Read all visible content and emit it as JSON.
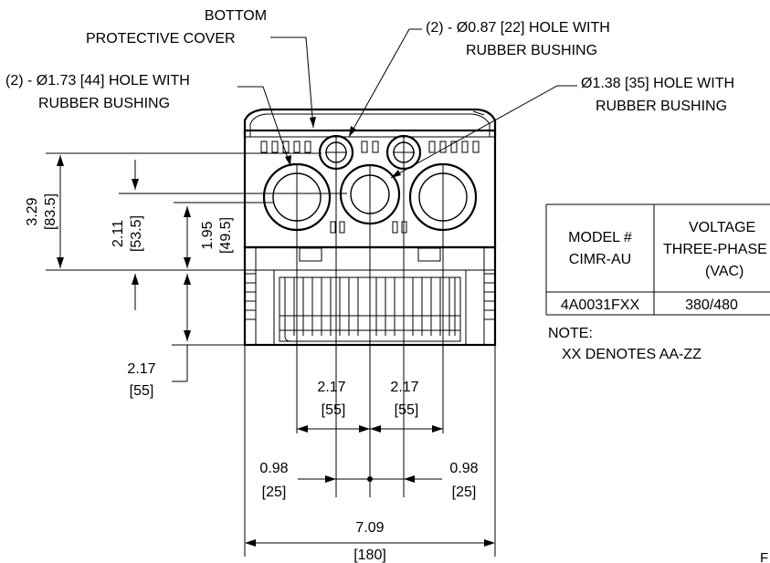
{
  "callouts": {
    "bottom_cover_1": "BOTTOM",
    "bottom_cover_2": "PROTECTIVE COVER",
    "hole22_1": "(2) - Ø0.87 [22] HOLE WITH",
    "hole22_2": "RUBBER BUSHING",
    "hole44_1": "(2) - Ø1.73 [44] HOLE WITH",
    "hole44_2": "RUBBER BUSHING",
    "hole35_1": "Ø1.38 [35] HOLE WITH",
    "hole35_2": "RUBBER BUSHING"
  },
  "dimensions": {
    "d329_in": "3.29",
    "d329_mm": "[83.5]",
    "d211_in": "2.11",
    "d211_mm": "[53.5]",
    "d195_in": "1.95",
    "d195_mm": "[49.5]",
    "d217_in": "2.17",
    "d217_mm": "[55]",
    "d217a_in": "2.17",
    "d217a_mm": "[55]",
    "d217b_in": "2.17",
    "d217b_mm": "[55]",
    "d098a_in": "0.98",
    "d098a_mm": "[25]",
    "d098b_in": "0.98",
    "d098b_mm": "[25]",
    "d709_in": "7.09",
    "d709_mm": "[180]"
  },
  "table": {
    "header_model_1": "MODEL #",
    "header_model_2": "CIMR-AU",
    "header_voltage_1": "VOLTAGE",
    "header_voltage_2": "THREE-PHASE",
    "header_voltage_3": "(VAC)",
    "row_model": "4A0031FXX",
    "row_voltage": "380/480"
  },
  "note": {
    "title": "NOTE:",
    "text": "XX DENOTES AA-ZZ"
  },
  "corner_text": "F"
}
